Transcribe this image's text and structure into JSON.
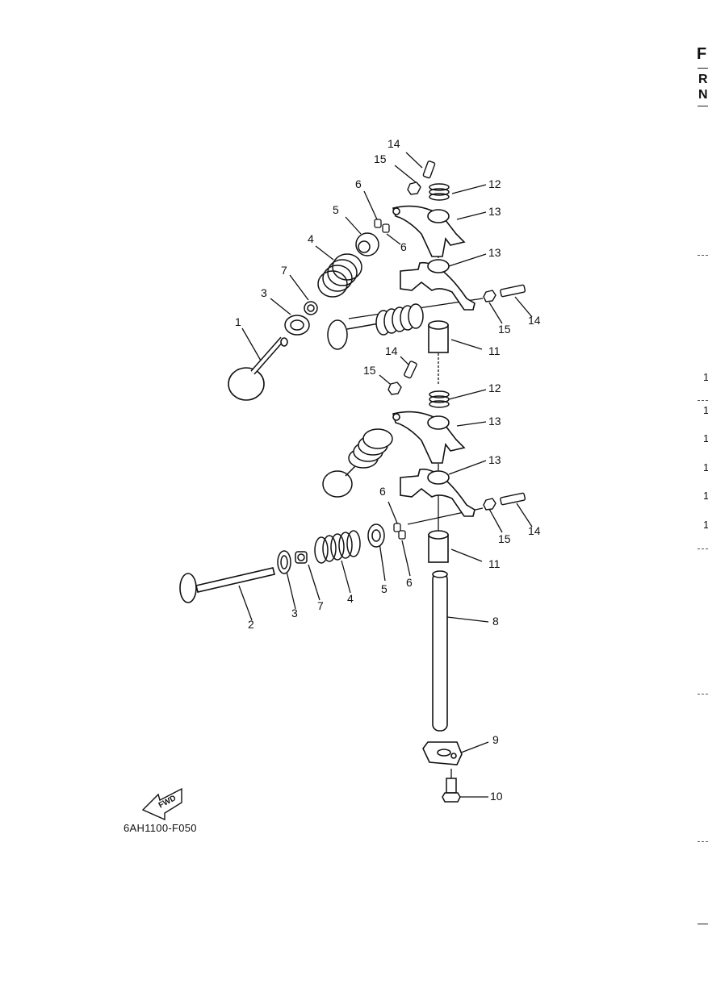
{
  "figure_code": "6AH1100-F050",
  "fwd_label": "FWD",
  "callouts": {
    "c1": "1",
    "c2": "2",
    "c3a": "3",
    "c3b": "3",
    "c4a": "4",
    "c4b": "4",
    "c5a": "5",
    "c5b": "5",
    "c6a": "6",
    "c6b": "6",
    "c6c": "6",
    "c6d": "6",
    "c7a": "7",
    "c7b": "7",
    "c8": "8",
    "c9": "9",
    "c10": "10",
    "c11a": "11",
    "c11b": "11",
    "c12a": "12",
    "c12b": "12",
    "c13a": "13",
    "c13b": "13",
    "c13c": "13",
    "c13d": "13",
    "c14a": "14",
    "c14b": "14",
    "c14c": "14",
    "c14d": "14",
    "c15a": "15",
    "c15b": "15",
    "c15c": "15",
    "c15d": "15"
  },
  "right_edge": {
    "letters": [
      "F",
      "R",
      "N"
    ],
    "digits": [
      "1",
      "1",
      "1",
      "1",
      "1",
      "1"
    ]
  }
}
